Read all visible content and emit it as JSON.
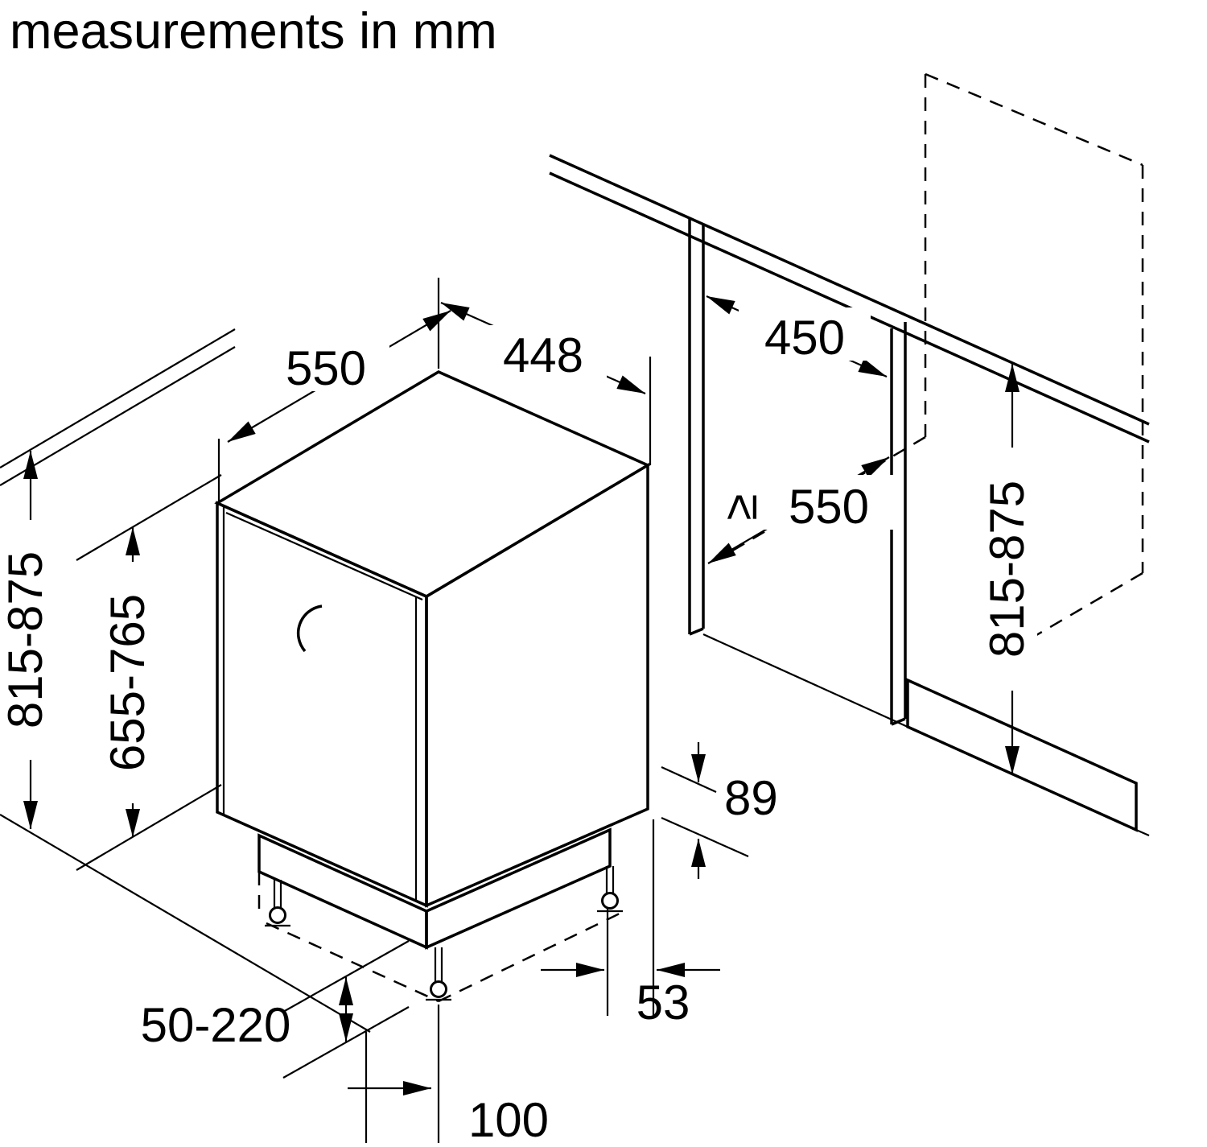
{
  "title": "measurements in mm",
  "dims": {
    "appliance_depth": "550",
    "appliance_width": "448",
    "niche_width": "450",
    "niche_depth_min_symbol": "≥",
    "niche_depth_min": "550",
    "appliance_height_left": "815-875",
    "furniture_door_height": "655-765",
    "niche_height_right": "815-875",
    "base_offset": "89",
    "side_offset": "53",
    "plinth_depth": "100",
    "plinth_height_range": "50-220"
  }
}
